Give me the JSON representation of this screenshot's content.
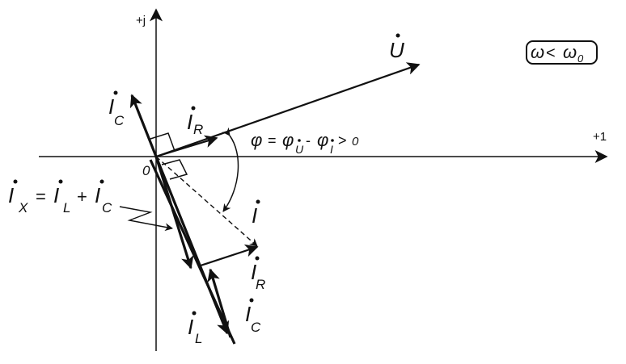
{
  "axes": {
    "real_label": "+1",
    "imag_label": "+j",
    "origin_label": "0"
  },
  "condition": {
    "omega": "ω",
    "lt": "<",
    "omega0": "ω",
    "omega0_sub": "0"
  },
  "labels": {
    "U": "U",
    "IC": "I",
    "IC_sub": "C",
    "IR": "I",
    "IR_sub": "R",
    "I": "I",
    "IR2": "I",
    "IR2_sub": "R",
    "IC2": "I",
    "IC2_sub": "C",
    "IL": "I",
    "IL_sub": "L"
  },
  "phase_formula": {
    "phi": "φ",
    "eq": "=",
    "phiU": "φ",
    "phiU_sub": "U",
    "minus": "-",
    "phiI": "φ",
    "phiI_sub": "I",
    "gt": ">",
    "zero": "0"
  },
  "ix_formula": {
    "I": "I",
    "X_sub": "X",
    "eq": "=",
    "IL": "I",
    "L_sub": "L",
    "plus": "+",
    "IC": "I",
    "C_sub": "C"
  }
}
